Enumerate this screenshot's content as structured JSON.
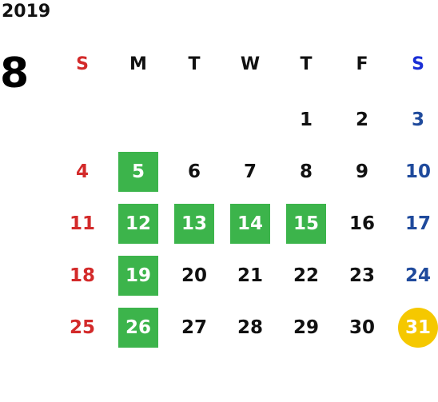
{
  "header": {
    "year": "2019",
    "month": "8"
  },
  "colors": {
    "sunday": "#d32a2a",
    "saturday": "#1f4a9c",
    "highlight_green": "#3cb44b",
    "highlight_yellow": "#f5c800"
  },
  "weekdays": [
    "S",
    "M",
    "T",
    "W",
    "T",
    "F",
    "S"
  ],
  "weeks": [
    [
      "",
      "",
      "",
      "",
      "1",
      "2",
      "3"
    ],
    [
      "4",
      "5",
      "6",
      "7",
      "8",
      "9",
      "10"
    ],
    [
      "11",
      "12",
      "13",
      "14",
      "15",
      "16",
      "17"
    ],
    [
      "18",
      "19",
      "20",
      "21",
      "22",
      "23",
      "24"
    ],
    [
      "25",
      "26",
      "27",
      "28",
      "29",
      "30",
      "31"
    ]
  ],
  "highlighted_days_green": [
    "5",
    "12",
    "13",
    "14",
    "15",
    "19",
    "26"
  ],
  "highlighted_days_yellow": [
    "31"
  ]
}
